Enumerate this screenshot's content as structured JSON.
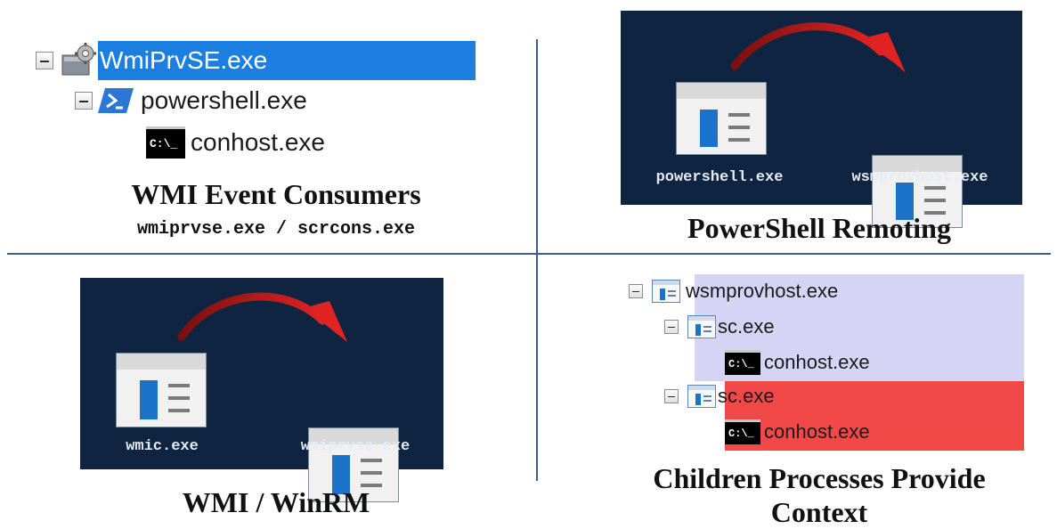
{
  "q1": {
    "tree": {
      "root": "WmiPrvSE.exe",
      "child": "powershell.exe",
      "grandchild": "conhost.exe"
    },
    "title": "WMI Event Consumers",
    "subtitle": "wmiprvse.exe / scrcons.exe"
  },
  "q2": {
    "source_label": "powershell.exe",
    "target_label": "wsmprovhost.exe",
    "title": "PowerShell Remoting"
  },
  "q3": {
    "source_label": "wmic.exe",
    "target_label": "wmiprvse.exe",
    "title": "WMI / WinRM"
  },
  "q4": {
    "tree": {
      "root": "wsmprovhost.exe",
      "child1": "sc.exe",
      "child1_sub": "conhost.exe",
      "child2": "sc.exe",
      "child2_sub": "conhost.exe"
    },
    "title": "Children Processes Provide Context"
  },
  "icons": {
    "cmd_glyph": "C:\\_"
  },
  "colors": {
    "selection": "#1c7fe0",
    "panel_bg": "#0f2440",
    "arrow": "#d41f1f",
    "highlight_lavender": "#d6d4f4",
    "highlight_red": "#f24848"
  }
}
